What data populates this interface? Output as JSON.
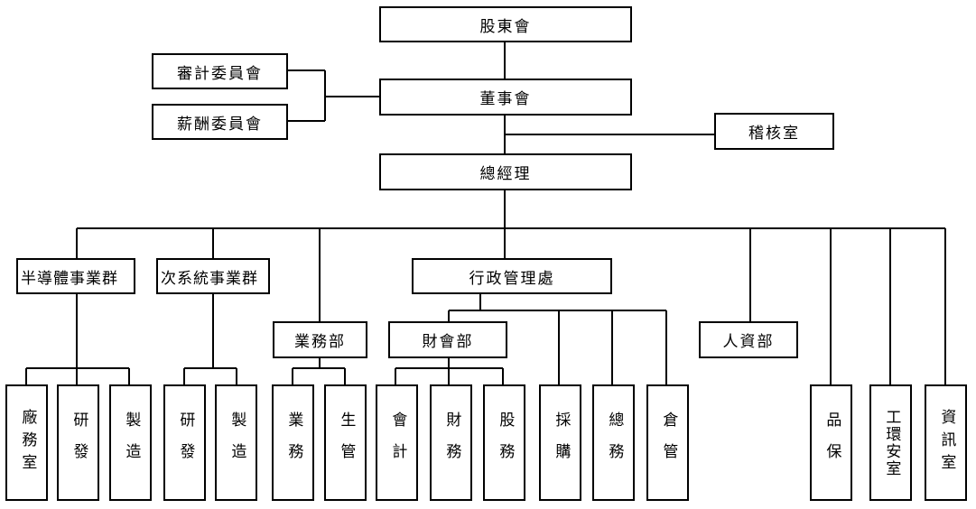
{
  "top": {
    "shareholders": "股東會",
    "audit_committee": "審計委員會",
    "compensation_committee": "薪酬委員會",
    "board": "董事會",
    "internal_audit": "稽核室",
    "general_manager": "總經理"
  },
  "groups": {
    "semiconductor": "半導體事業群",
    "subsystem": "次系統事業群",
    "sales_dept": "業務部",
    "admin_division": "行政管理處",
    "finance_dept": "財會部",
    "hr_dept": "人資部"
  },
  "units": {
    "plant_office": "廠務室",
    "semi_rd": "研發",
    "semi_mfg": "製造",
    "sub_rd": "研發",
    "sub_mfg": "製造",
    "sales": "業務",
    "production_control": "生管",
    "accounting": "會計",
    "finance": "財務",
    "stock_affairs": "股務",
    "procurement": "採購",
    "general_affairs": "總務",
    "warehouse": "倉管",
    "quality_assurance": "品保",
    "ehs": "工環安室",
    "it_office": "資訊室"
  }
}
